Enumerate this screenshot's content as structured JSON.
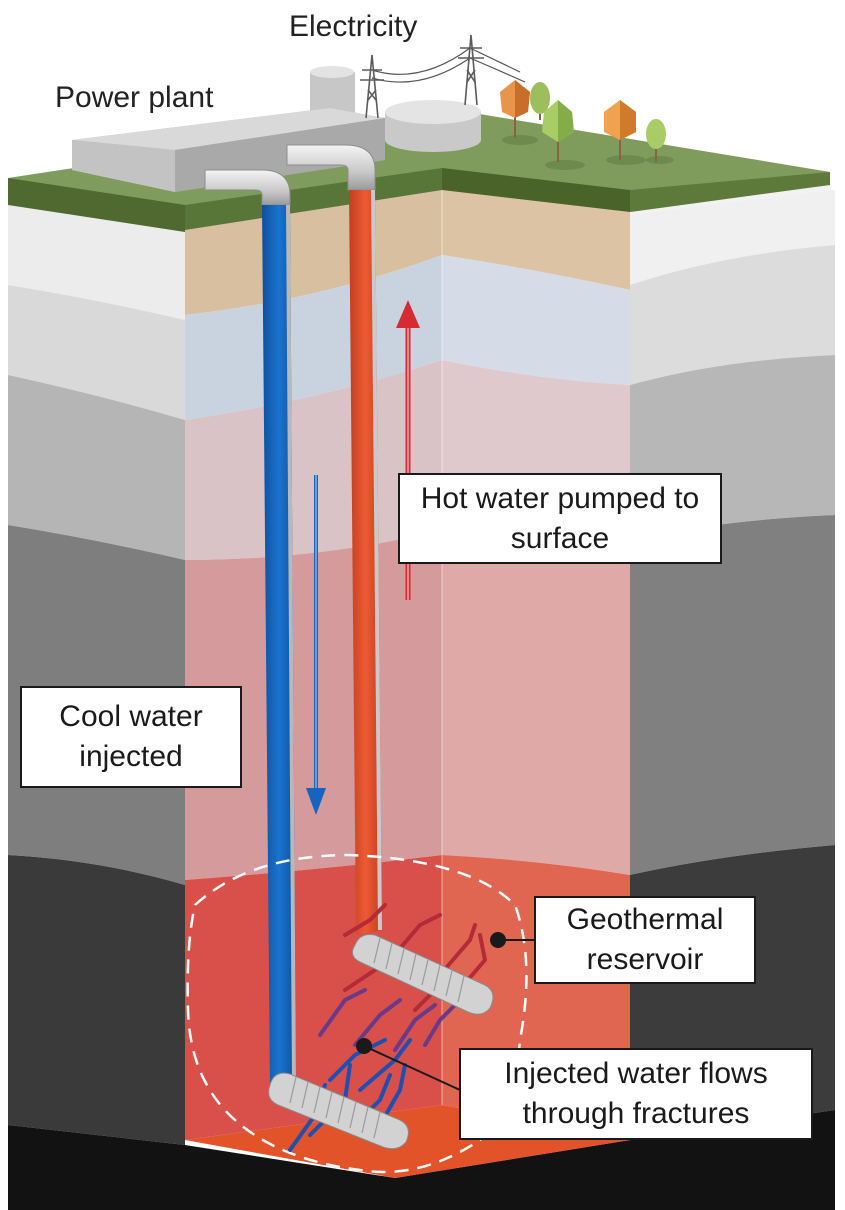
{
  "labels": {
    "electricity": "Electricity",
    "power_plant": "Power plant",
    "hot_water": [
      "Hot water pumped to",
      "surface"
    ],
    "cool_water": [
      "Cool water",
      "injected"
    ],
    "reservoir": [
      "Geothermal",
      "reservoir"
    ],
    "fractures": [
      "Injected water flows",
      "through fractures"
    ]
  },
  "colors": {
    "cool_water": "#1565c0",
    "hot_water": "#e0502c",
    "grass": "#7e9a5a",
    "reservoir": "#dd5a4f",
    "bedrock": "#1a1a1a"
  },
  "icons": [
    "power-plant-icon",
    "transmission-tower-icon",
    "tree-icon",
    "storage-tank-icon"
  ]
}
